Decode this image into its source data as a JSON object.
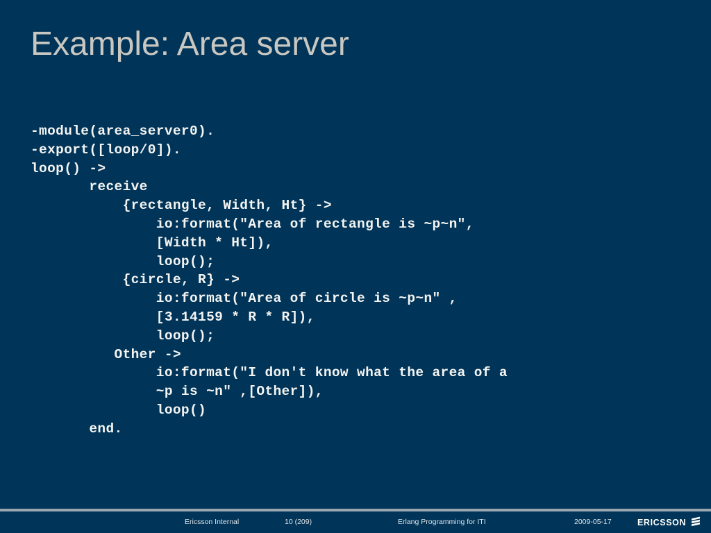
{
  "slide": {
    "title": "Example: Area server",
    "background_color": "#003458",
    "title_color": "#c9c7c1",
    "code_color": "#f4f4f2"
  },
  "code": {
    "language": "erlang",
    "lines": [
      "-module(area_server0).",
      "-export([loop/0]).",
      "loop() ->",
      "       receive",
      "           {rectangle, Width, Ht} ->",
      "               io:format(\"Area of rectangle is ~p~n\",",
      "               [Width * Ht]),",
      "               loop();",
      "           {circle, R} ->",
      "               io:format(\"Area of circle is ~p~n\" ,",
      "               [3.14159 * R * R]),",
      "               loop();",
      "          Other ->",
      "               io:format(\"I don't know what the area of a",
      "               ~p is ~n\" ,[Other]),",
      "               loop()",
      "       end."
    ]
  },
  "footer": {
    "classification": "Ericsson Internal",
    "page": "10 (209)",
    "course": "Erlang Programming for ITI",
    "date": "2009-05-17",
    "brand_name": "ERICSSON",
    "rule_color": "#9aa6b0"
  }
}
